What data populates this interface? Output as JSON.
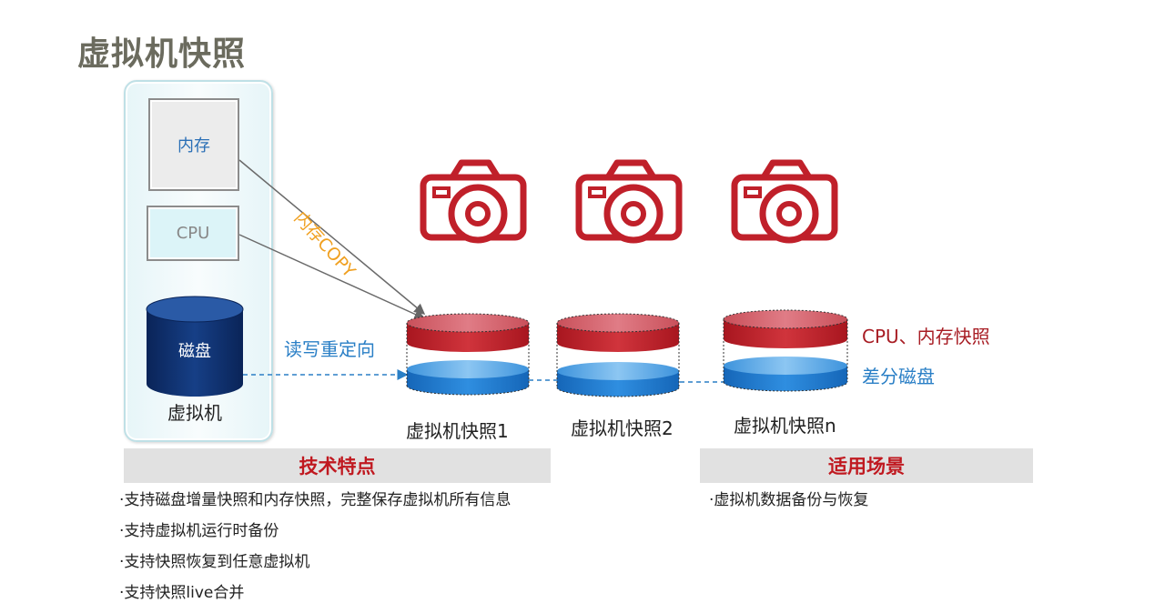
{
  "title": "虚拟机快照",
  "vm": {
    "memory_label": "内存",
    "cpu_label": "CPU",
    "disk_label": "磁盘",
    "vm_label": "虚拟机"
  },
  "copy_label": "内存COPY",
  "redirect_label": "读写重定向",
  "snapshots": [
    "虚拟机快照1",
    "虚拟机快照2",
    "虚拟机快照n"
  ],
  "legend": {
    "red_layer": "CPU、内存快照",
    "blue_layer": "差分磁盘"
  },
  "colors": {
    "red": "#c0202a",
    "blue": "#1f7fd0",
    "title_gray": "#6b6b5e",
    "disk_navy": "#0e2d6b"
  },
  "tech_features": {
    "heading": "技术特点",
    "items": [
      "·支持磁盘增量快照和内存快照，完整保存虚拟机所有信息",
      "·支持虚拟机运行时备份",
      "·支持快照恢复到任意虚拟机",
      "·支持快照live合并"
    ]
  },
  "scenarios": {
    "heading": "适用场景",
    "items": [
      "·虚拟机数据备份与恢复"
    ]
  },
  "icons": [
    "camera-icon",
    "camera-icon",
    "camera-icon"
  ]
}
